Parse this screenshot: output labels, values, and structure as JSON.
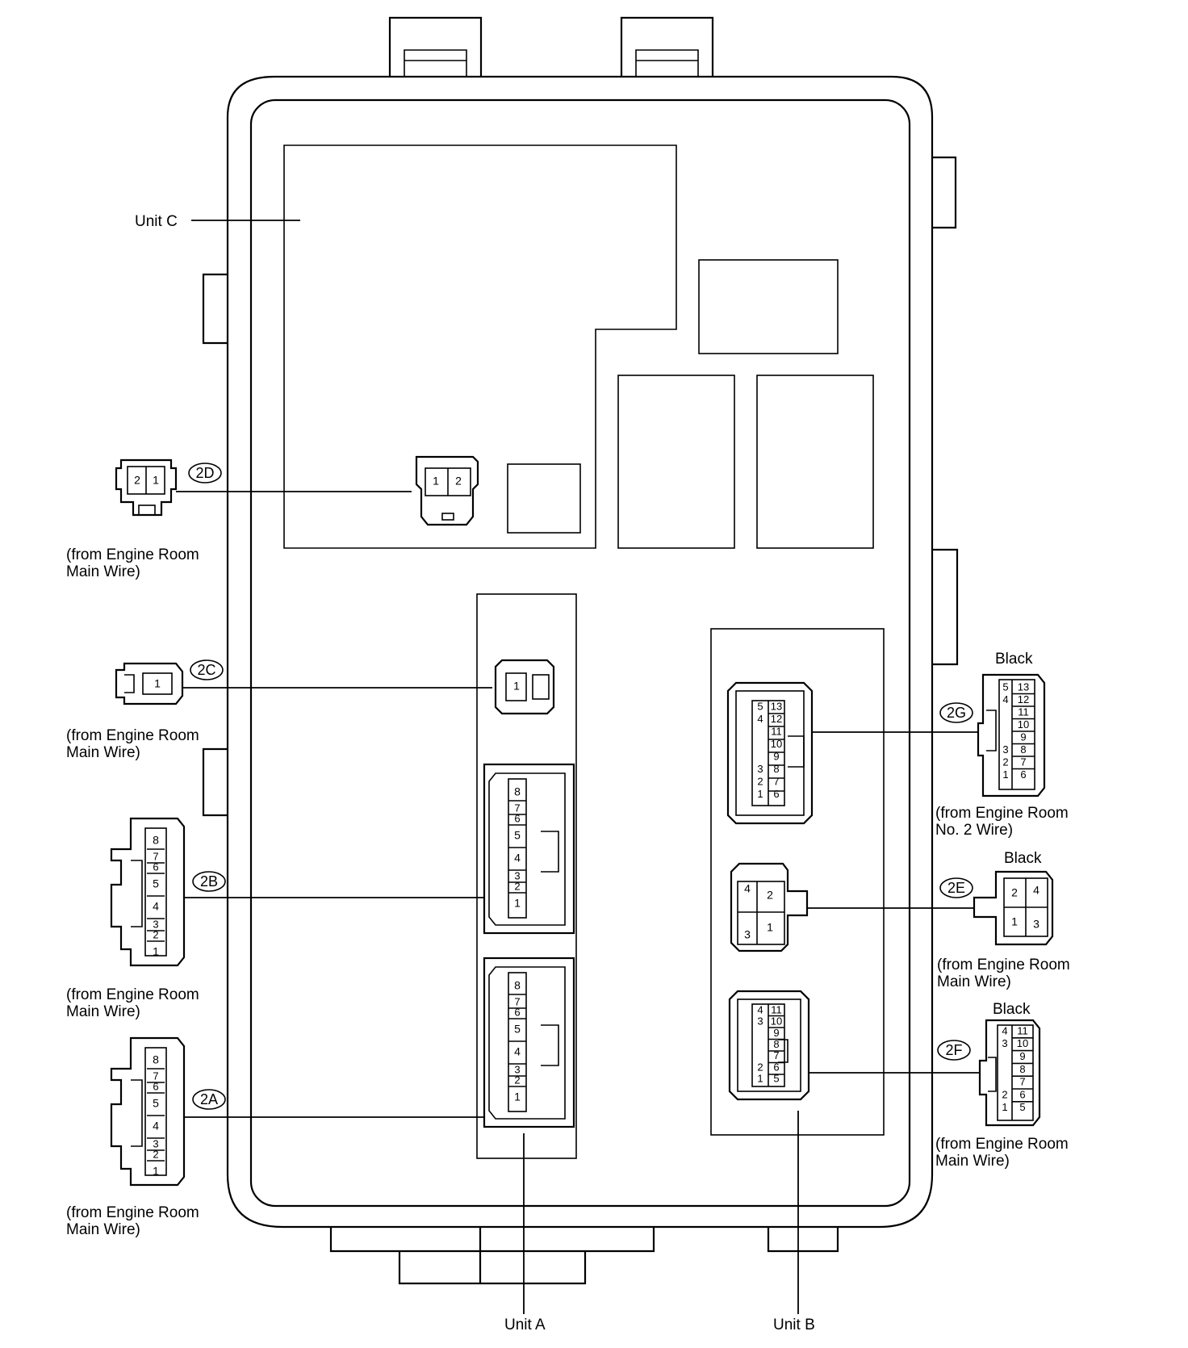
{
  "labels": {
    "unit_a": "Unit A",
    "unit_b": "Unit B",
    "unit_c": "Unit C"
  },
  "connectors": {
    "2D": {
      "id": "2D",
      "source_line1": "(from Engine Room",
      "source_line2": "Main Wire)",
      "pins_external": [
        "2",
        "1"
      ],
      "pins_internal": [
        "1",
        "2"
      ]
    },
    "2C": {
      "id": "2C",
      "source_line1": "(from Engine Room",
      "source_line2": "Main Wire)",
      "pin": "1"
    },
    "2B": {
      "id": "2B",
      "source_line1": "(from Engine Room",
      "source_line2": "Main Wire)",
      "pins": [
        "8",
        "7",
        "6",
        "5",
        "4",
        "3",
        "2",
        "1"
      ]
    },
    "2A": {
      "id": "2A",
      "source_line1": "(from Engine Room",
      "source_line2": "Main Wire)",
      "pins": [
        "8",
        "7",
        "6",
        "5",
        "4",
        "3",
        "2",
        "1"
      ]
    },
    "2G": {
      "id": "2G",
      "color": "Black",
      "source_line1": "(from Engine Room",
      "source_line2": "No. 2 Wire)",
      "pins_left": [
        "5",
        "4",
        "",
        "",
        "",
        "3",
        "2",
        "1"
      ],
      "pins_right": [
        "13",
        "12",
        "11",
        "10",
        "9",
        "8",
        "7",
        "6"
      ]
    },
    "2E": {
      "id": "2E",
      "color": "Black",
      "source_line1": "(from Engine Room",
      "source_line2": "Main Wire)",
      "pins": [
        "4",
        "2",
        "3",
        "1"
      ]
    },
    "2F": {
      "id": "2F",
      "color": "Black",
      "source_line1": "(from Engine Room",
      "source_line2": "Main Wire)",
      "pins_left": [
        "4",
        "3",
        "",
        "",
        "",
        "2",
        "1"
      ],
      "pins_right": [
        "11",
        "10",
        "9",
        "8",
        "7",
        "6",
        "5"
      ]
    }
  }
}
